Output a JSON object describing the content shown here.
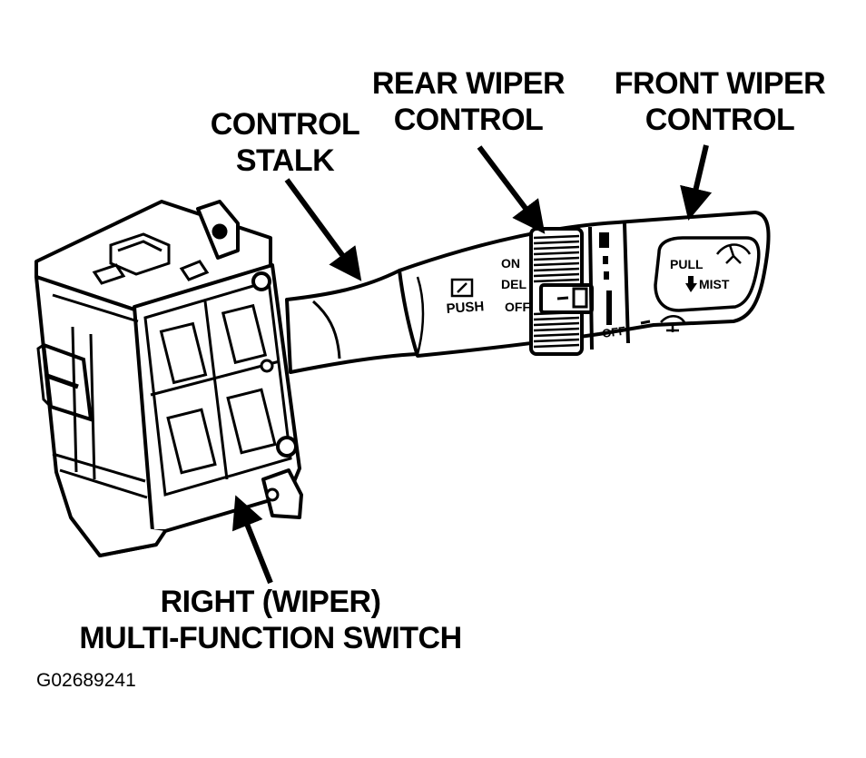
{
  "callouts": {
    "rear_wiper": [
      "REAR WIPER",
      "CONTROL"
    ],
    "front_wiper": [
      "FRONT WIPER",
      "CONTROL"
    ],
    "control_stalk": [
      "CONTROL",
      "STALK"
    ],
    "switch": [
      "RIGHT (WIPER)",
      "MULTI-FUNCTION SWITCH"
    ]
  },
  "stalk_markings": {
    "push": "PUSH",
    "on": "ON",
    "del": "DEL",
    "off_rear": "OFF",
    "off_front": "OFF",
    "pull": "PULL",
    "mist": "MIST"
  },
  "figure_id": "G02689241",
  "colors": {
    "ink": "#000000",
    "paper": "#ffffff"
  }
}
